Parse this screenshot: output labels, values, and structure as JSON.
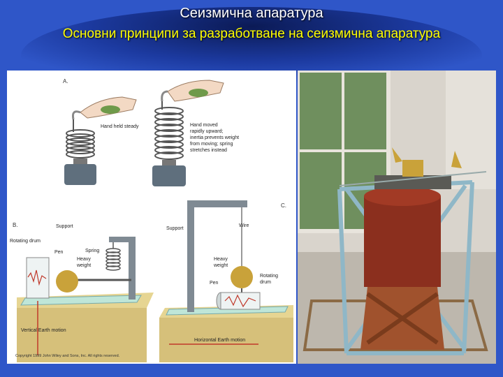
{
  "slide": {
    "title": "Сеизмична апаратура",
    "subtitle": "Основни принципи за разработване на сеизмична апаратура"
  },
  "diagram": {
    "label_a": "A.",
    "label_b": "B.",
    "label_c": "C.",
    "hand_steady": [
      "Hand held steady"
    ],
    "hand_moved": [
      "Hand moved",
      "rapidly upward;",
      "inertia prevents weight",
      "from moving; spring",
      "stretches instead"
    ],
    "support_left": "Support",
    "support_right": "Support",
    "rotating_drum_left": "Rotating drum",
    "pen_left": "Pen",
    "spring": "Spring",
    "heavy_weight_left": [
      "Heavy",
      "weight"
    ],
    "wire": "Wire",
    "heavy_weight_right": [
      "Heavy",
      "weight"
    ],
    "rotating_drum_right": [
      "Rotating",
      "drum"
    ],
    "pen_right": "Pen",
    "vertical_motion": "Vertical Earth motion",
    "horizontal_motion": "Horizontal Earth motion",
    "copyright": "Copyright 1999 John Wiley and Sons, Inc. All rights reserved."
  },
  "colors": {
    "background": "#2f56c8",
    "title": "#ffffff",
    "subtitle": "#ffff00",
    "weight": "#c9a23a",
    "spring": "#6b6b6b",
    "ground": "#d6c07a"
  }
}
